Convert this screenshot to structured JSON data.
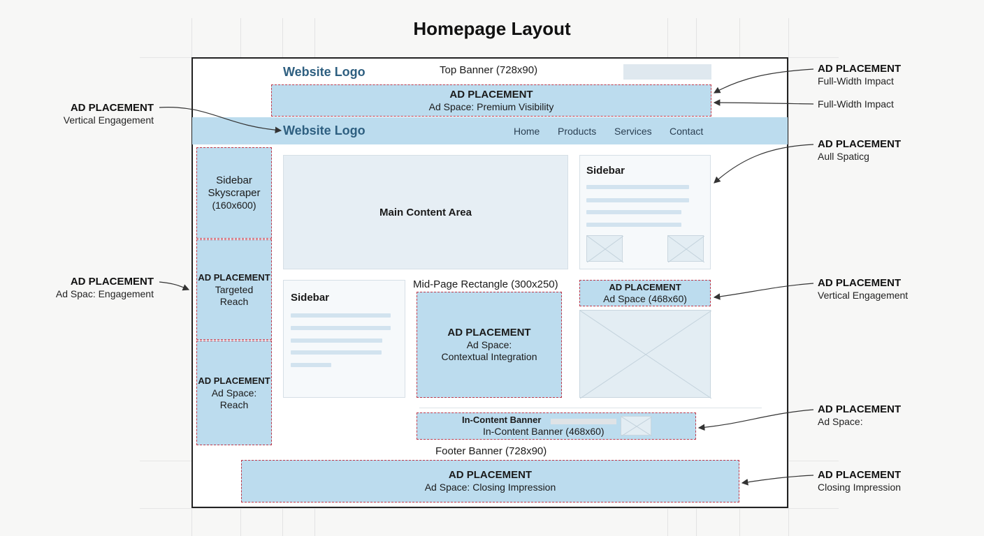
{
  "title": "Homepage Layout",
  "colors": {
    "ad_fill": "#bcdcee",
    "ad_border": "#c0394a",
    "logo": "#2e5f80",
    "nav_bar": "#bcdcee"
  },
  "header": {
    "logo": "Website Logo",
    "top_banner_label": "Top Banner (728x90)",
    "ad": {
      "title": "AD PLACEMENT",
      "subtitle": "Ad Space: Premium Visibility"
    }
  },
  "nav": {
    "logo": "Website Logo",
    "items": [
      "Home",
      "Products",
      "Services",
      "Contact"
    ]
  },
  "left_sidebar": {
    "skyscraper": {
      "line1": "Sidebar",
      "line2": "Skyscraper",
      "line3": "(160x600)"
    },
    "ad2": {
      "title": "AD PLACEMENT",
      "line1": "Targeted",
      "line2": "Reach"
    },
    "ad3": {
      "title": "AD PLACEMENT",
      "line1": "Ad Space:",
      "line2": "Reach"
    }
  },
  "main": {
    "content_label": "Main Content Area",
    "sidebar_right_title": "Sidebar",
    "sidebar_lower_title": "Sidebar",
    "mid_rect_label": "Mid-Page Rectangle (300x250)",
    "mid_ad": {
      "title": "AD PLACEMENT",
      "line1": "Ad Space:",
      "line2": "Contextual Integration"
    },
    "right_ad": {
      "title": "AD PLACEMENT",
      "subtitle": "Ad Space (468x60)"
    },
    "in_content": {
      "title": "In-Content Banner",
      "subtitle": "In-Content Banner (468x60)"
    }
  },
  "footer": {
    "label": "Footer Banner (728x90)",
    "ad": {
      "title": "AD PLACEMENT",
      "subtitle": "Ad Space: Closing Impression"
    }
  },
  "annotations": {
    "left": [
      {
        "title": "AD PLACEMENT",
        "desc": "Vertical Engagement"
      },
      {
        "title": "AD PLACEMENT",
        "desc": "Ad Spac: Engagement"
      }
    ],
    "right": [
      {
        "title": "AD PLACEMENT",
        "desc": "Full-Width Impact"
      },
      {
        "title": "",
        "desc": "Full-Width Impact"
      },
      {
        "title": "AD PLACEMENT",
        "desc": "Aull Spaticg"
      },
      {
        "title": "AD PLACEMENT",
        "desc": "Vertical Engagement"
      },
      {
        "title": "AD PLACEMENT",
        "desc": "Ad Space:"
      },
      {
        "title": "AD PLACEMENT",
        "desc": "Closing Impression"
      }
    ]
  }
}
